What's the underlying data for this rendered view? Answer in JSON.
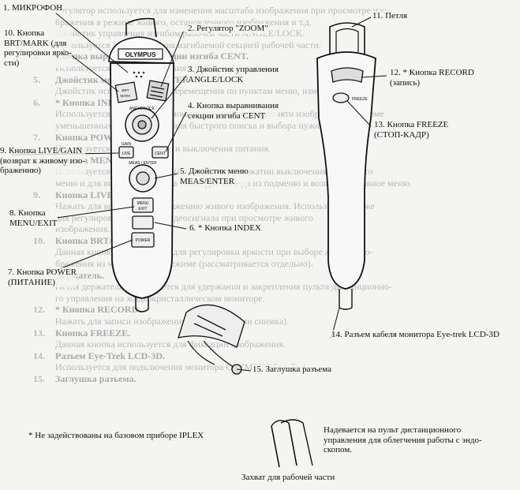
{
  "labels": {
    "l1": "1. МИКРОФОН",
    "l2": "2. Регулятор \"ZOOM\"",
    "l3": "3. Джойстик управления\nANGLE/LOCK",
    "l4": "4. Кнопка выравнивания\nсекции изгиба CENT",
    "l5": "5. Джойстик меню\nMEAS/ENTER",
    "l6": "6. * Кнопка INDEX",
    "l7": "7. Кнопка POWER\n(ПИТАНИЕ)",
    "l8": "8. Кнопка\nMENU/EXIT",
    "l9": "9. Кнопка LIVE/GAIN\n(возврат к живому изо-\nбражению)",
    "l10": "10. Кнопка\nBRT/MARK (для\nрегулировки ярко-\nсти)",
    "l11": "11. Петля",
    "l12": "12. * Кнопка RECORD\n(запись)",
    "l13": "13. Кнопка FREEZE\n(СТОП-КАДР)",
    "l14": "14. Разъем кабеля монитора Eye-trek LCD-3D",
    "l15": "15. Заглушка разъема"
  },
  "notes": {
    "not_used": "* Не задействованы на базовом приборе IPLEX",
    "clip": "Надевается на пульт дистанционного\nуправления для облегчения работы с эндо-\nскопом.",
    "clip_caption": "Захват для рабочей части"
  },
  "device_marks": {
    "brand": "OLYMPUS",
    "angle_lock": "ANGLE/LOCK",
    "gain": "GAIN",
    "live": "LIVE",
    "cent": "CENT",
    "meas_enter": "MEAS / ENTER",
    "menu": "MENU",
    "exit": "EXIT",
    "power": "POWER",
    "brt": "BRT",
    "mark": "MARK",
    "freeze": "FREEZE"
  },
  "background_text": [
    {
      "num": "",
      "text": "Регулятор используется для изменения масштаба изображения при просмотре изо-"
    },
    {
      "num": "",
      "text": "бражения в режиме живого, остановленного изображения и т.д."
    },
    {
      "num": "",
      "text": "Джойстик управления изгибом рабочей части ANGLE/LOCK."
    },
    {
      "num": "",
      "text": "Используется для управления изгибаемой секцией рабочей части."
    },
    {
      "num": "4.",
      "text": "Кнопка выравнивания секции изгиба CENT."
    },
    {
      "num": "",
      "text": "Используется для выравнивания изгибаемой секции."
    },
    {
      "num": "5.",
      "text": "Джойстик меню MEAS/ENTER."
    },
    {
      "num": "",
      "text": "Джойстик используется для перемещения по пунктам меню, измерений *."
    },
    {
      "num": "6.",
      "text": "* Кнопка INDEX."
    },
    {
      "num": "",
      "text": "Используется для вызова на монитор хранящихся в памяти изображений в форме"
    },
    {
      "num": "",
      "text": "уменьшенных изображений (для быстрого поиска и выбора нужного)."
    },
    {
      "num": "7.",
      "text": "Кнопка POWER."
    },
    {
      "num": "",
      "text": "Используется для включения и выключения питания."
    },
    {
      "num": "8.",
      "text": "Кнопка MENU/EXIT."
    },
    {
      "num": "",
      "text": "Используется для выведения (при повторном нажатии выключения) экранного"
    },
    {
      "num": "",
      "text": "меню и для выхода из меню, а также для выхода из подменю и возврата в главное меню."
    },
    {
      "num": "9.",
      "text": "Кнопка LIVE/GAIN."
    },
    {
      "num": "",
      "text": "Нажать для возврата к отображению живого изображения. Используется также"
    },
    {
      "num": "",
      "text": "для регулировки усиления видеосигнала при просмотре живого"
    },
    {
      "num": "",
      "text": "изображения."
    },
    {
      "num": "10.",
      "text": "Кнопка BRT/MARK."
    },
    {
      "num": "",
      "text": "Данная кнопка используется для регулировки яркости при выборе живого изо-"
    },
    {
      "num": "",
      "text": "бражения из числа меток в режиме (рассматривается отдельно)."
    },
    {
      "num": "11.",
      "text": "Держатель."
    },
    {
      "num": "",
      "text": "Петля держателя используется для удержания и закрепления пульта дистанционно-"
    },
    {
      "num": "",
      "text": "го управления на жидкокристаллическом мониторе."
    },
    {
      "num": "12.",
      "text": "* Кнопка RECORD."
    },
    {
      "num": "",
      "text": "Нажать для записи изображения (стоп-кадра или снимка)."
    },
    {
      "num": "13.",
      "text": "Кнопка FREEZE."
    },
    {
      "num": "",
      "text": "Данная кнопка используется для фиксации изображения."
    },
    {
      "num": "14.",
      "text": "Разъем Eye-Trek LCD-3D."
    },
    {
      "num": "",
      "text": "Используется для подключения монитора OLYMPUS Eye-Trek."
    },
    {
      "num": "15.",
      "text": "Заглушка разъема."
    }
  ]
}
